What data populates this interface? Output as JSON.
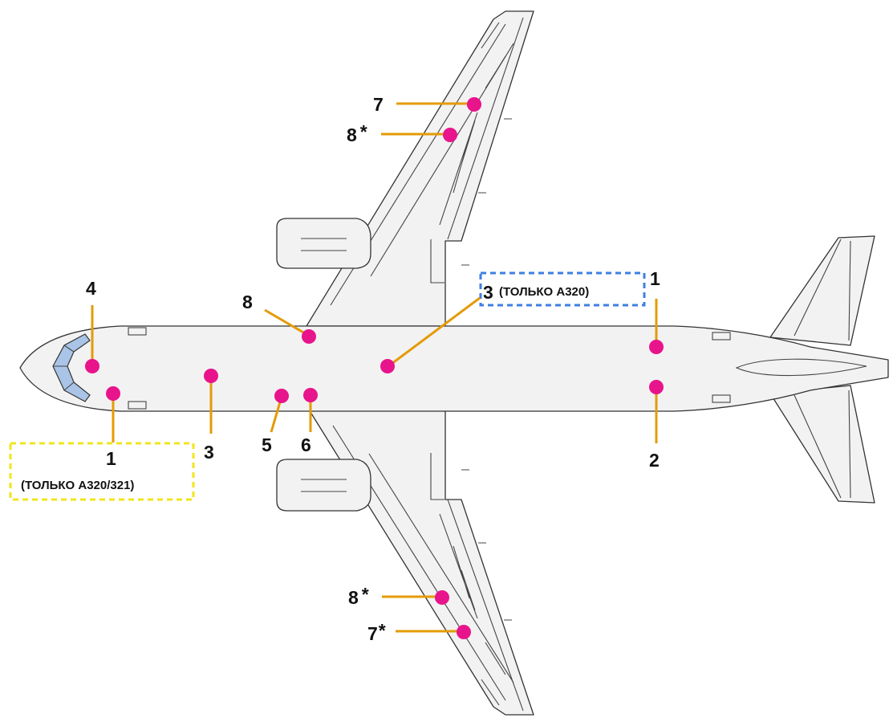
{
  "callouts": [
    {
      "id": "nose-left",
      "label": "1"
    },
    {
      "id": "forward-center",
      "label": "3"
    },
    {
      "id": "cockpit",
      "label": "4"
    },
    {
      "id": "center-lower",
      "label": "5"
    },
    {
      "id": "wing-root-lower",
      "label": "6"
    },
    {
      "id": "wing-root-upper",
      "label": "8"
    },
    {
      "id": "mid-fuselage",
      "label": "3"
    },
    {
      "id": "aft-upper",
      "label": "1"
    },
    {
      "id": "aft-lower",
      "label": "2"
    },
    {
      "id": "upper-wing-tip",
      "label": "7"
    },
    {
      "id": "upper-wing-mid",
      "label": "8",
      "suffix": "*"
    },
    {
      "id": "lower-wing-mid",
      "label": "8",
      "suffix": "*"
    },
    {
      "id": "lower-wing-tip",
      "label": "7",
      "suffix": "*"
    }
  ],
  "notes": {
    "nose": "(ТОЛЬКО A320/321)",
    "mid": "(ТОЛЬКО A320)"
  },
  "colors": {
    "marker": "#e8148c",
    "leader": "#e49b06",
    "note_border_yellow": "#f1e51c",
    "note_border_blue": "#3f7fe0",
    "airframe_fill": "#f2f2f2",
    "cockpit_glass": "#a9c4e6"
  }
}
